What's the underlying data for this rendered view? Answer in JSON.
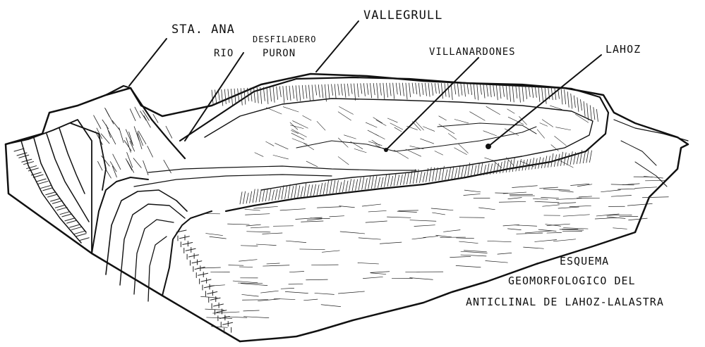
{
  "labels": {
    "sta_ana": "STA. ANA",
    "desfiladero": "DESFILADERO",
    "rio": "RIO",
    "puron": "PURON",
    "vallegrull": "VALLEGRULL",
    "villanardones": "VILLANARDONES",
    "lahoz": "LAHOZ"
  },
  "caption": {
    "line1": "ESQUEMA",
    "line2": "GEOMORFOLOGICO DEL",
    "line3": "ANTICLINAL DE LAHOZ-LALASTRA"
  },
  "colors": {
    "ink": "#111111",
    "paper": "#ffffff"
  }
}
